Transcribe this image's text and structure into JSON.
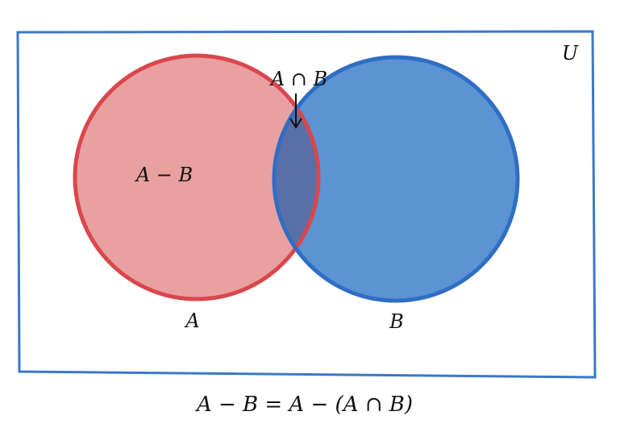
{
  "universe_label": "U",
  "set_a": {
    "label": "A",
    "difference_label": "A − B",
    "fill_color": "#e8a0a0",
    "stroke_color": "#d9474c"
  },
  "set_b": {
    "label": "B",
    "fill_color": "#5b93d3",
    "stroke_color": "#2f6ec4"
  },
  "intersection": {
    "label": "A ∩ B",
    "fill_color": "#5a6ea8"
  },
  "universe_border_color": "#3b78c8",
  "formula": "A − B = A − (A ∩ B)"
}
